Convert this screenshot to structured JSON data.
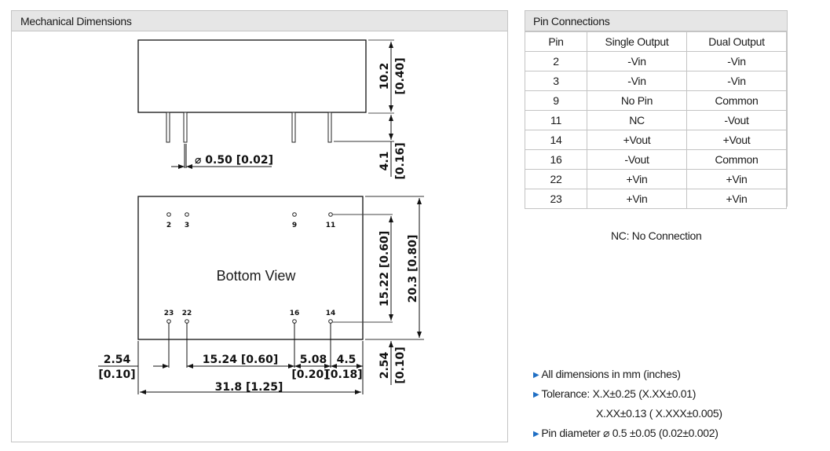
{
  "mechanical": {
    "title": "Mechanical Dimensions",
    "side_view": {
      "height_label": "10.2",
      "height_label_in": "[0.40]",
      "pin_length_label": "4.1",
      "pin_length_label_in": "[0.16]",
      "pin_diameter_label": "⌀ 0.50 [0.02]"
    },
    "bottom_view": {
      "label": "Bottom View",
      "top_pins": [
        "2",
        "3",
        "9",
        "11"
      ],
      "bottom_pins": [
        "23",
        "22",
        "16",
        "14"
      ],
      "row_spacing_label": "15.22 [0.60]",
      "width_label": "20.3 [0.80]",
      "edge_offset_label": "2.54",
      "edge_offset_label_in": "[0.10]",
      "left_offset_label": "2.54",
      "left_offset_label_in": "[0.10]",
      "pin_span_label": "15.24 [0.60]",
      "pin_gap_label": "5.08",
      "pin_gap_label_in": "[0.20]",
      "right_offset_label": "4.5",
      "right_offset_label_in": "[0.18]",
      "length_label": "31.8 [1.25]"
    }
  },
  "pin_connections": {
    "title": "Pin Connections",
    "columns": [
      "Pin",
      "Single Output",
      "Dual Output"
    ],
    "rows": [
      [
        "2",
        "-Vin",
        "-Vin"
      ],
      [
        "3",
        "-Vin",
        "-Vin"
      ],
      [
        "9",
        "No Pin",
        "Common"
      ],
      [
        "11",
        "NC",
        "-Vout"
      ],
      [
        "14",
        "+Vout",
        "+Vout"
      ],
      [
        "16",
        "-Vout",
        "Common"
      ],
      [
        "22",
        "+Vin",
        "+Vin"
      ],
      [
        "23",
        "+Vin",
        "+Vin"
      ]
    ],
    "note": "NC: No Connection"
  },
  "notes": {
    "bullet_icon": "triangle-right",
    "bullet_color": "#1f6fc4",
    "items": [
      "All dimensions in mm (inches)",
      "Tolerance: X.X±0.25 (X.XX±0.01)",
      "X.XX±0.13 ( X.XXX±0.005)",
      "Pin diameter ⌀ 0.5 ±0.05 (0.02±0.002)"
    ]
  }
}
